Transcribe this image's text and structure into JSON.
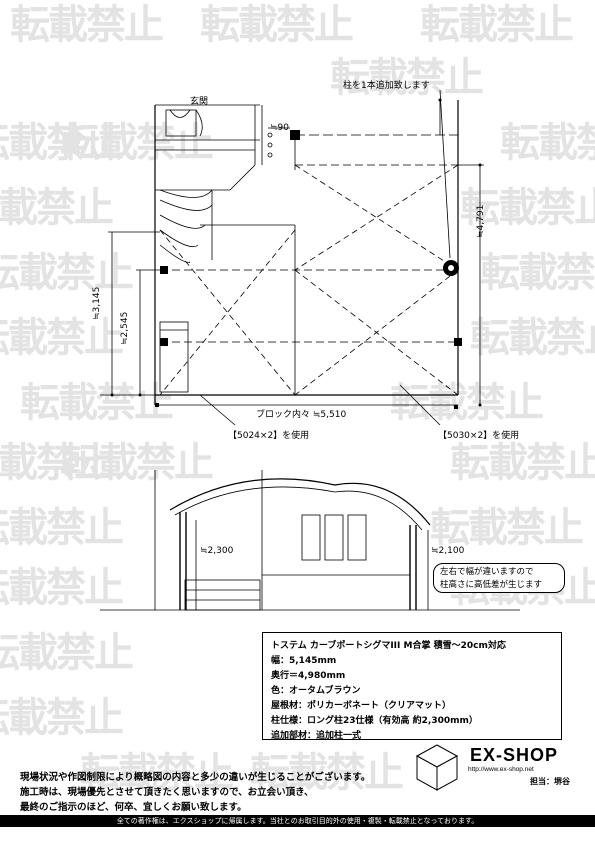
{
  "watermark_text": "転載禁止",
  "plan": {
    "entrance_label": "玄関",
    "add_pillar_note": "柱を1本追加致します",
    "dim_90": "≒90",
    "dim_4791": "≒4,791",
    "dim_3145": "≒3,145",
    "dim_2545": "≒2,545",
    "block_inner": "ブロック内々 ≒5,510",
    "use_left": "【5024×2】を使用",
    "use_right": "【5030×2】を使用"
  },
  "elevation": {
    "dim_left": "≒2,300",
    "dim_right": "≒2,100",
    "note_line1": "左右で幅が違いますので",
    "note_line2": "柱高さに高低差が生じます"
  },
  "spec": {
    "title": "トステム カーブポートシグマIII M合掌 積雪～20cm対応",
    "width": "幅：5,145mm",
    "depth": "奥行＝4,980mm",
    "color": "色：オータムブラウン",
    "roof": "屋根材：ポリカーボネート（クリアマット）",
    "pillar": "柱仕様：ロング柱23仕様（有効高 約2,300mm）",
    "extra": "追加部材：追加柱一式"
  },
  "footer": {
    "line1": "現場状況や作図制限により概略図の内容と多少の違いが生じることがございます。",
    "line2": "施工時は、現場優先とさせて頂きたく思いますので、お立会い頂き、",
    "line3": "最終のご指示のほど、何卒、宜しくお願い致します。",
    "copyright": "全ての著作権は、エクスショップに帰属します。当社とのお取引目的外の使用・複製・転載禁止となっております。"
  },
  "logo": {
    "name": "EX-SHOP",
    "url": "http://www.ex-shop.net",
    "staff": "担当：堺谷"
  }
}
